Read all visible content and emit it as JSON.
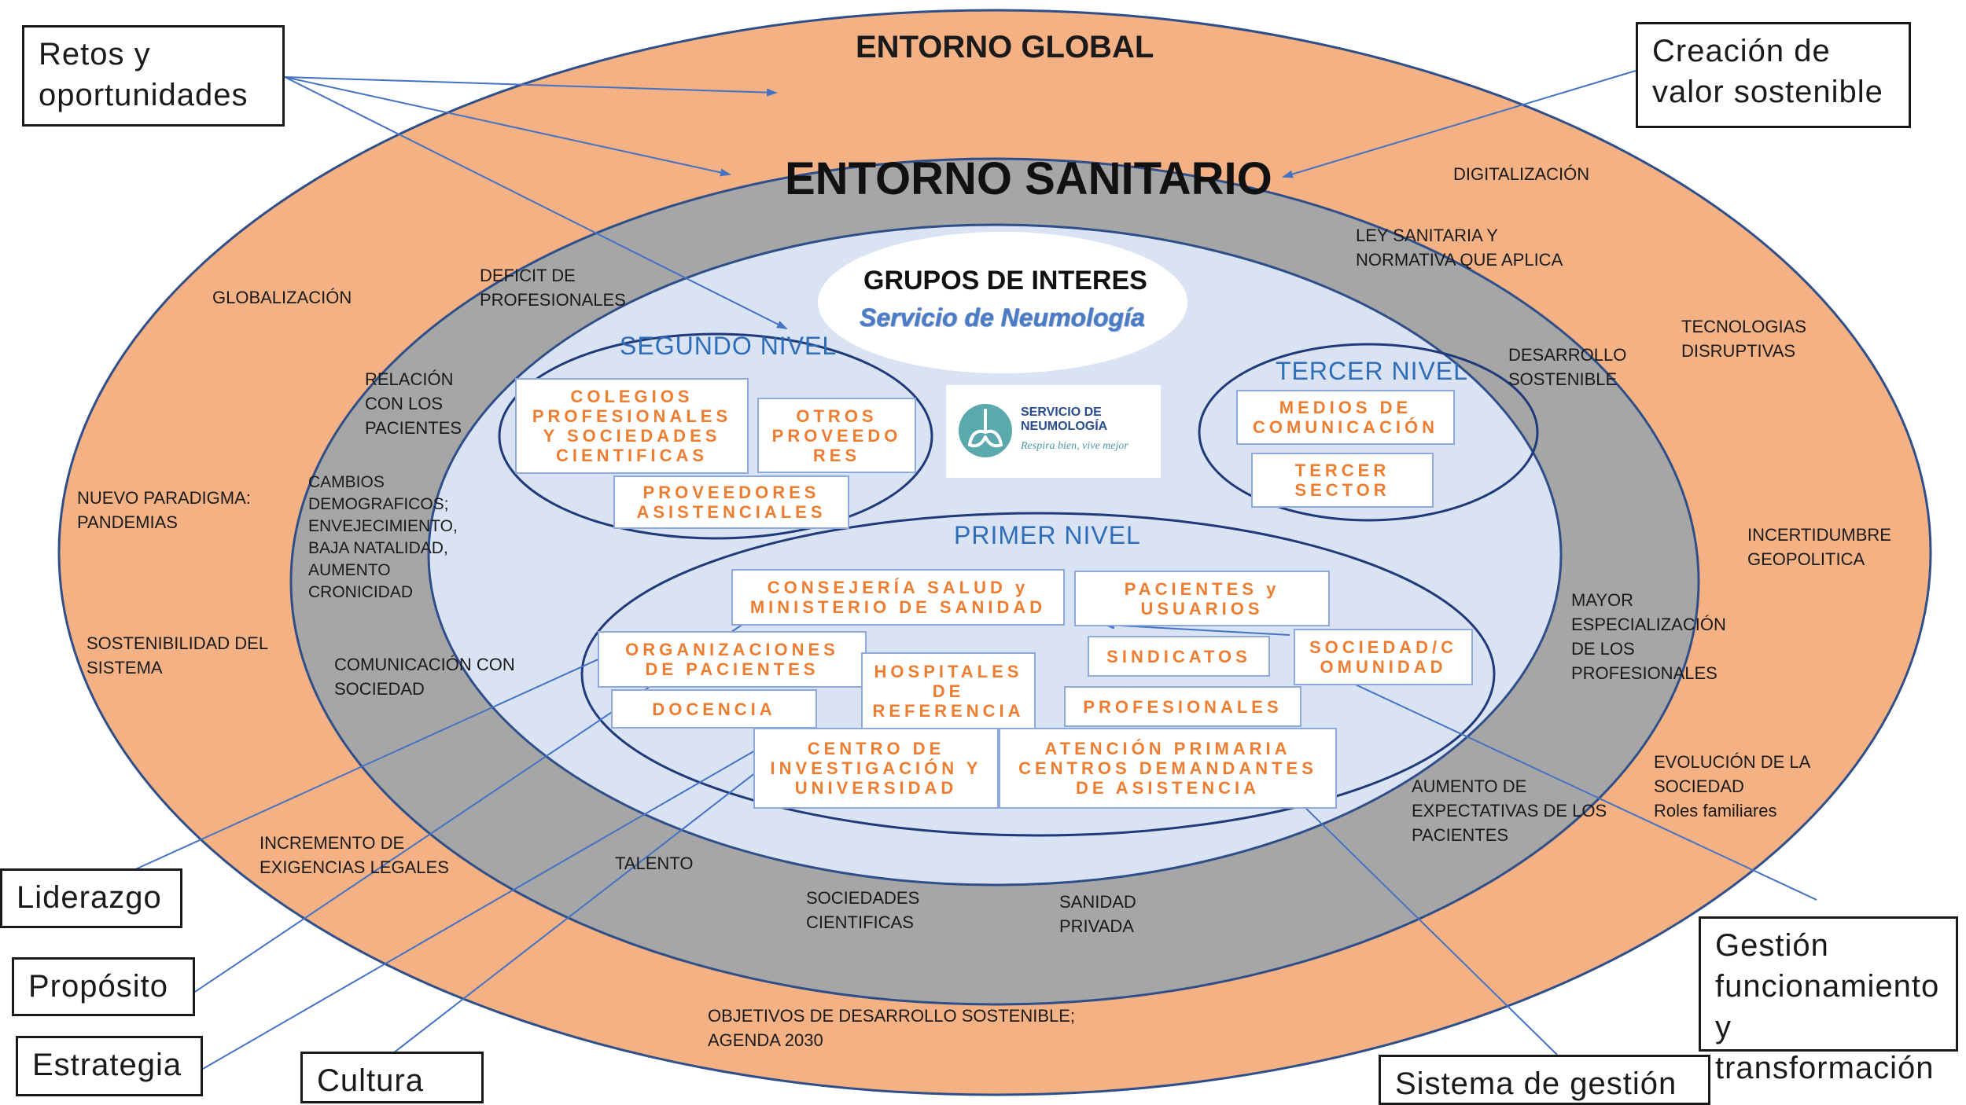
{
  "titles": {
    "global": "ENTORNO GLOBAL",
    "sanitario": "ENTORNO SANITARIO",
    "grupos": "GRUPOS DE INTERES",
    "servicio": "Servicio de Neumología",
    "segundo": "SEGUNDO NIVEL",
    "tercer": "TERCER NIVEL",
    "primer": "PRIMER NIVEL"
  },
  "global_items": {
    "globalizacion": "GLOBALIZACIÓN",
    "pandemias": "NUEVO PARADIGMA:\nPANDEMIAS",
    "sostenibilidad": "SOSTENIBILIDAD DEL\nSISTEMA",
    "exigencias": "INCREMENTO DE\nEXIGENCIAS LEGALES",
    "ods": "OBJETIVOS DE DESARROLLO SOSTENIBLE;\nAGENDA 2030",
    "digitalizacion": "DIGITALIZACIÓN",
    "tecnologias": "TECNOLOGIAS\nDISRUPTIVAS",
    "incertidumbre": "INCERTIDUMBRE\nGEOPOLITICA",
    "evolucion": "EVOLUCIÓN DE LA\nSOCIEDAD\nRoles familiares"
  },
  "sanitario_items": {
    "deficit": "DEFICIT DE\nPROFESIONALES",
    "relacion": "RELACIÓN\nCON LOS\nPACIENTES",
    "cambios": "CAMBIOS\nDEMOGRAFICOS;\nENVEJECIMIENTO,\nBAJA NATALIDAD,\nAUMENTO\nCRONICIDAD",
    "comunicacion": "COMUNICACIÓN CON\nSOCIEDAD",
    "talento": "TALENTO",
    "sociedades": "SOCIEDADES\nCIENTIFICAS",
    "privada": "SANIDAD\nPRIVADA",
    "expectativas": "AUMENTO DE\nEXPECTATIVAS DE LOS\nPACIENTES",
    "especializacion": "MAYOR\nESPECIALIZACIÓN\nDE LOS\nPROFESIONALES",
    "desarrollo": "DESARROLLO\nSOSTENIBLE",
    "ley": "LEY SANITARIA Y\nNORMATIVA QUE APLICA"
  },
  "segundo_boxes": {
    "colegios": "COLEGIOS\nPROFESIONALES\nY SOCIEDADES\nCIENTIFICAS",
    "otros": "OTROS\nPROVEEDO\nRES",
    "proveedores": "PROVEEDORES\nASISTENCIALES"
  },
  "tercer_boxes": {
    "medios": "MEDIOS DE\nCOMUNICACIÓN",
    "tercer_sector": "TERCER\nSECTOR"
  },
  "primer_boxes": {
    "consejeria": "CONSEJERÍA SALUD y\nMINISTERIO DE SANIDAD",
    "pacientes": "PACIENTES y\nUSUARIOS",
    "organizaciones": "ORGANIZACIONES\nDE PACIENTES",
    "hospitales": "HOSPITALES\nDE\nREFERENCIA",
    "sindicatos": "SINDICATOS",
    "sociedad": "SOCIEDAD/C\nOMUNIDAD",
    "docencia": "DOCENCIA",
    "profesionales": "PROFESIONALES",
    "investigacion": "CENTRO DE\nINVESTIGACIÓN Y\nUNIVERSIDAD",
    "atencion": "ATENCIÓN PRIMARIA\nCENTROS DEMANDANTES\nDE ASISTENCIA"
  },
  "logo": {
    "name": "SERVICIO DE\nNEUMOLOGÍA",
    "tagline": "Respira bien, vive mejor"
  },
  "callouts": {
    "retos": "Retos y\noportunidades",
    "creacion": "Creación de\nvalor sostenible",
    "liderazgo": "Liderazgo",
    "proposito": "Propósito",
    "estrategia": "Estrategia",
    "cultura": "Cultura",
    "sistema": "Sistema de gestión",
    "gestion": "Gestión\nfuncionamiento\ny transformación"
  },
  "colors": {
    "outer_ring": "#f4b183",
    "middle_ring": "#a6a6a6",
    "inner": "#dae3f3",
    "box_text": "#ed7d31",
    "nivel_text": "#2e6db8",
    "lines": "#4472c4"
  }
}
